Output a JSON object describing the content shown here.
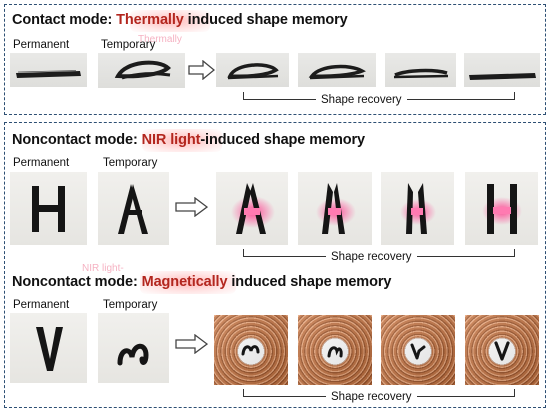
{
  "contact": {
    "title_prefix": "Contact mode: ",
    "title_highlight": "Thermally",
    "title_suffix": " induced shape memory",
    "permanent_label": "Permanent",
    "temporary_label": "Temporary",
    "ghost_text": "Thermally",
    "recovery_label": "Shape recovery"
  },
  "noncontact_nir": {
    "title_prefix": "Noncontact mode: ",
    "title_highlight": "NIR light",
    "title_suffix": "-induced shape memory",
    "permanent_label": "Permanent",
    "temporary_label": "Temporary",
    "recovery_label": "Shape recovery"
  },
  "noncontact_magnetic": {
    "title_prefix": "Noncontact mode: ",
    "title_highlight": "Magnetically",
    "title_suffix": " induced shape memory",
    "permanent_label": "Permanent",
    "temporary_label": "Temporary",
    "ghost_text": "NIR light-",
    "recovery_label": "Shape recovery"
  },
  "colors": {
    "highlight_text": "#b3261e",
    "highlight_glow": "#ff9a9a",
    "panel_border": "#2d4f73",
    "nir_glow": "#ff3b8d",
    "coil_copper": "#c0703f"
  }
}
